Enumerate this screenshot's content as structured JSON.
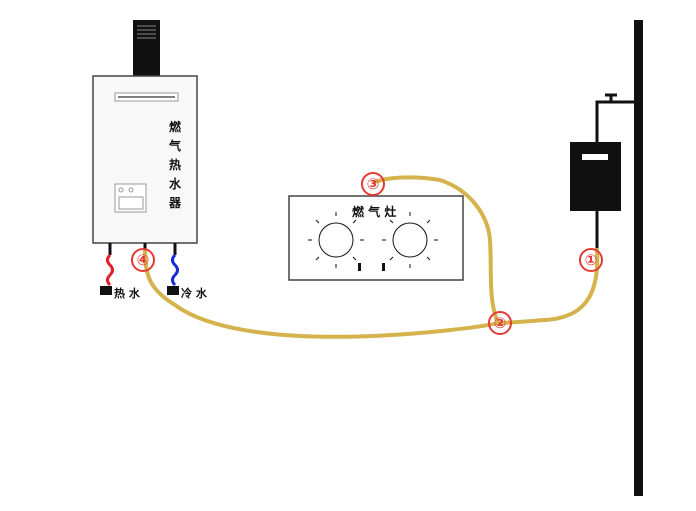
{
  "heater": {
    "label": "燃气热水器",
    "hot_water": "热 水",
    "cold_water": "冷 水"
  },
  "stove": {
    "label": "燃 气 灶"
  },
  "points": [
    "①",
    "②",
    "③",
    "④"
  ],
  "colors": {
    "hose": "#d4b24c",
    "hot": "#e0202a",
    "cold": "#1a2bd6",
    "marker": "#e53935"
  }
}
